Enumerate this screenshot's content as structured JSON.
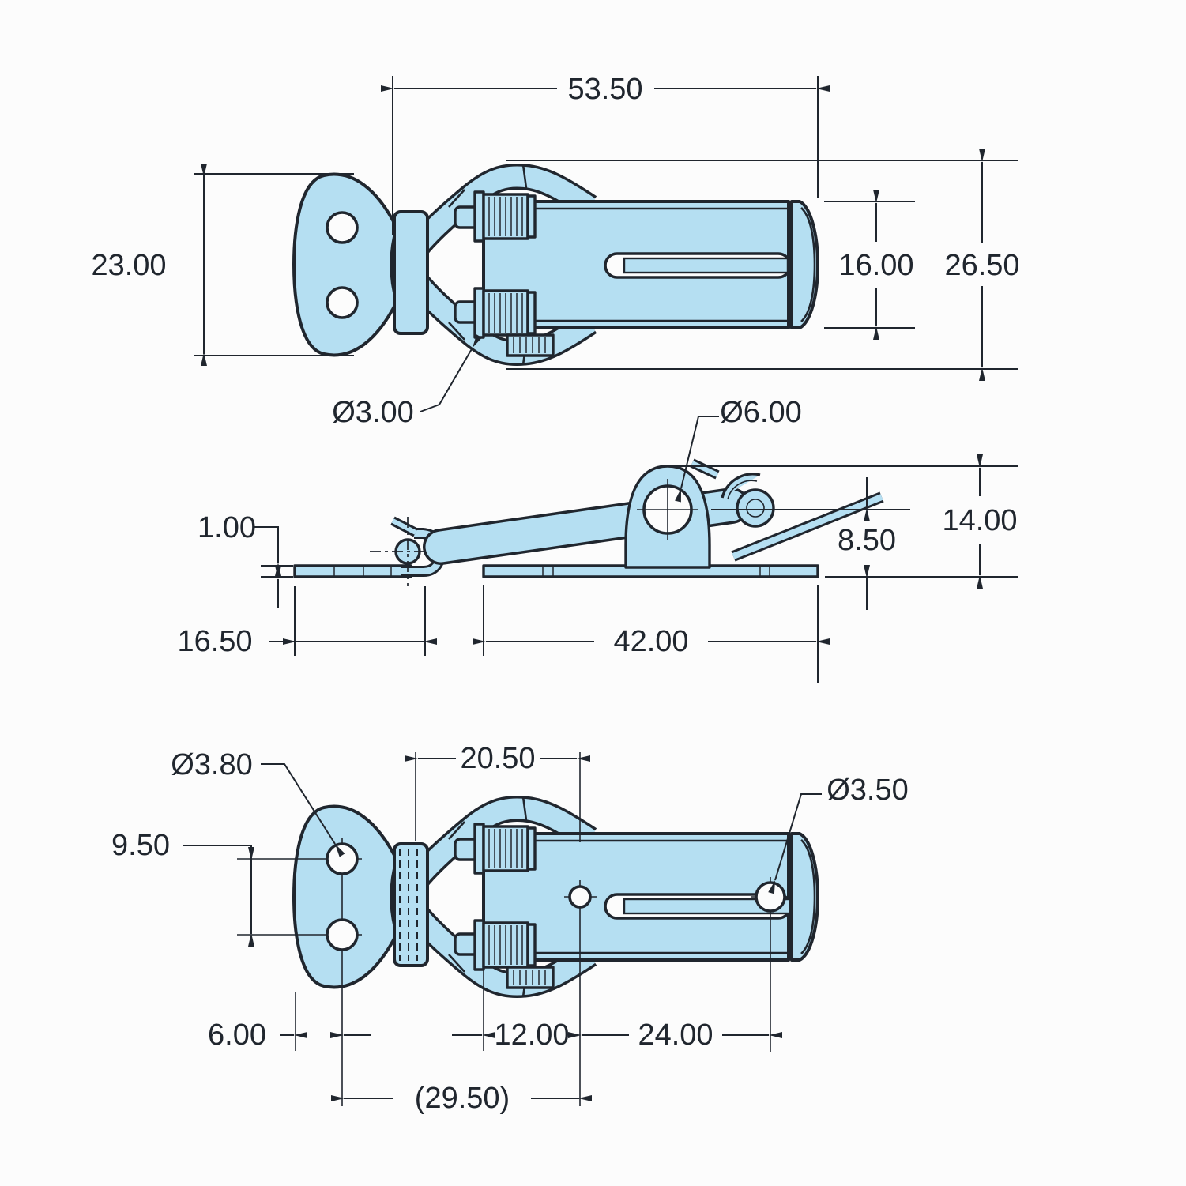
{
  "drawing": {
    "type": "engineering-drawing",
    "subject": "spring-loaded toggle latch with catch plate, three orthographic views",
    "colors": {
      "part_fill": "#b5dff2",
      "line": "#20262e",
      "background": "#fcfcfc"
    },
    "dims": {
      "top": {
        "overall_length": "53.50",
        "plate_width": "23.00",
        "body_width": "16.00",
        "overall_width": "26.50",
        "loop_wire_diameter": "Ø3.00"
      },
      "side": {
        "eyelet_hole_diameter": "Ø6.00",
        "plate_thickness": "1.00",
        "hook_plate_length": "16.50",
        "base_plate_length": "42.00",
        "eyelet_center_height": "8.50",
        "overall_height": "14.00"
      },
      "bottom": {
        "mount_hole_diameter": "Ø3.80",
        "pivot_to_hole": "20.50",
        "end_hole_diameter": "Ø3.50",
        "mount_hole_pitch": "9.50",
        "edge_to_holes": "6.00",
        "body_edge_to_hole": "12.00",
        "hole_pitch": "24.00",
        "reference_overall": "(29.50)"
      }
    }
  }
}
